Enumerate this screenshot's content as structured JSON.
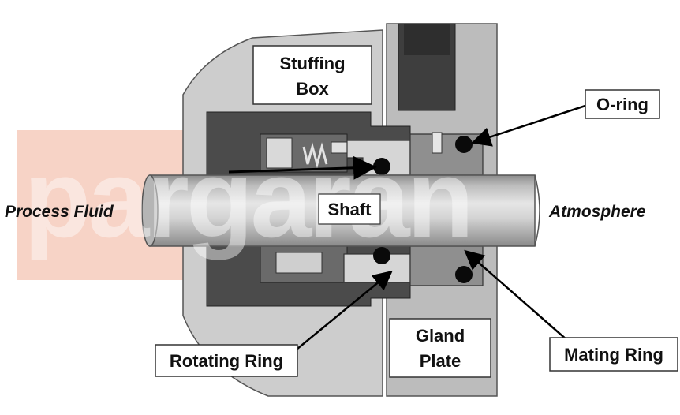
{
  "watermark": "pargaran",
  "colors": {
    "housing": "#c9c9c9",
    "gland": "#b9b9b9",
    "cavity": "#4a4a4a",
    "seal_parts": "#8f8f8f",
    "shaft": "#9e9e9e",
    "watermark_accent": "#f3c1b1"
  },
  "labels": {
    "stuffing_box": [
      "Stuffing",
      "Box"
    ],
    "o_ring": "O-ring",
    "process_fluid": "Process Fluid",
    "shaft": "Shaft",
    "atmosphere": "Atmosphere",
    "rotating_ring": "Rotating Ring",
    "gland_plate": [
      "Gland",
      "Plate"
    ],
    "mating_ring": "Mating Ring"
  }
}
